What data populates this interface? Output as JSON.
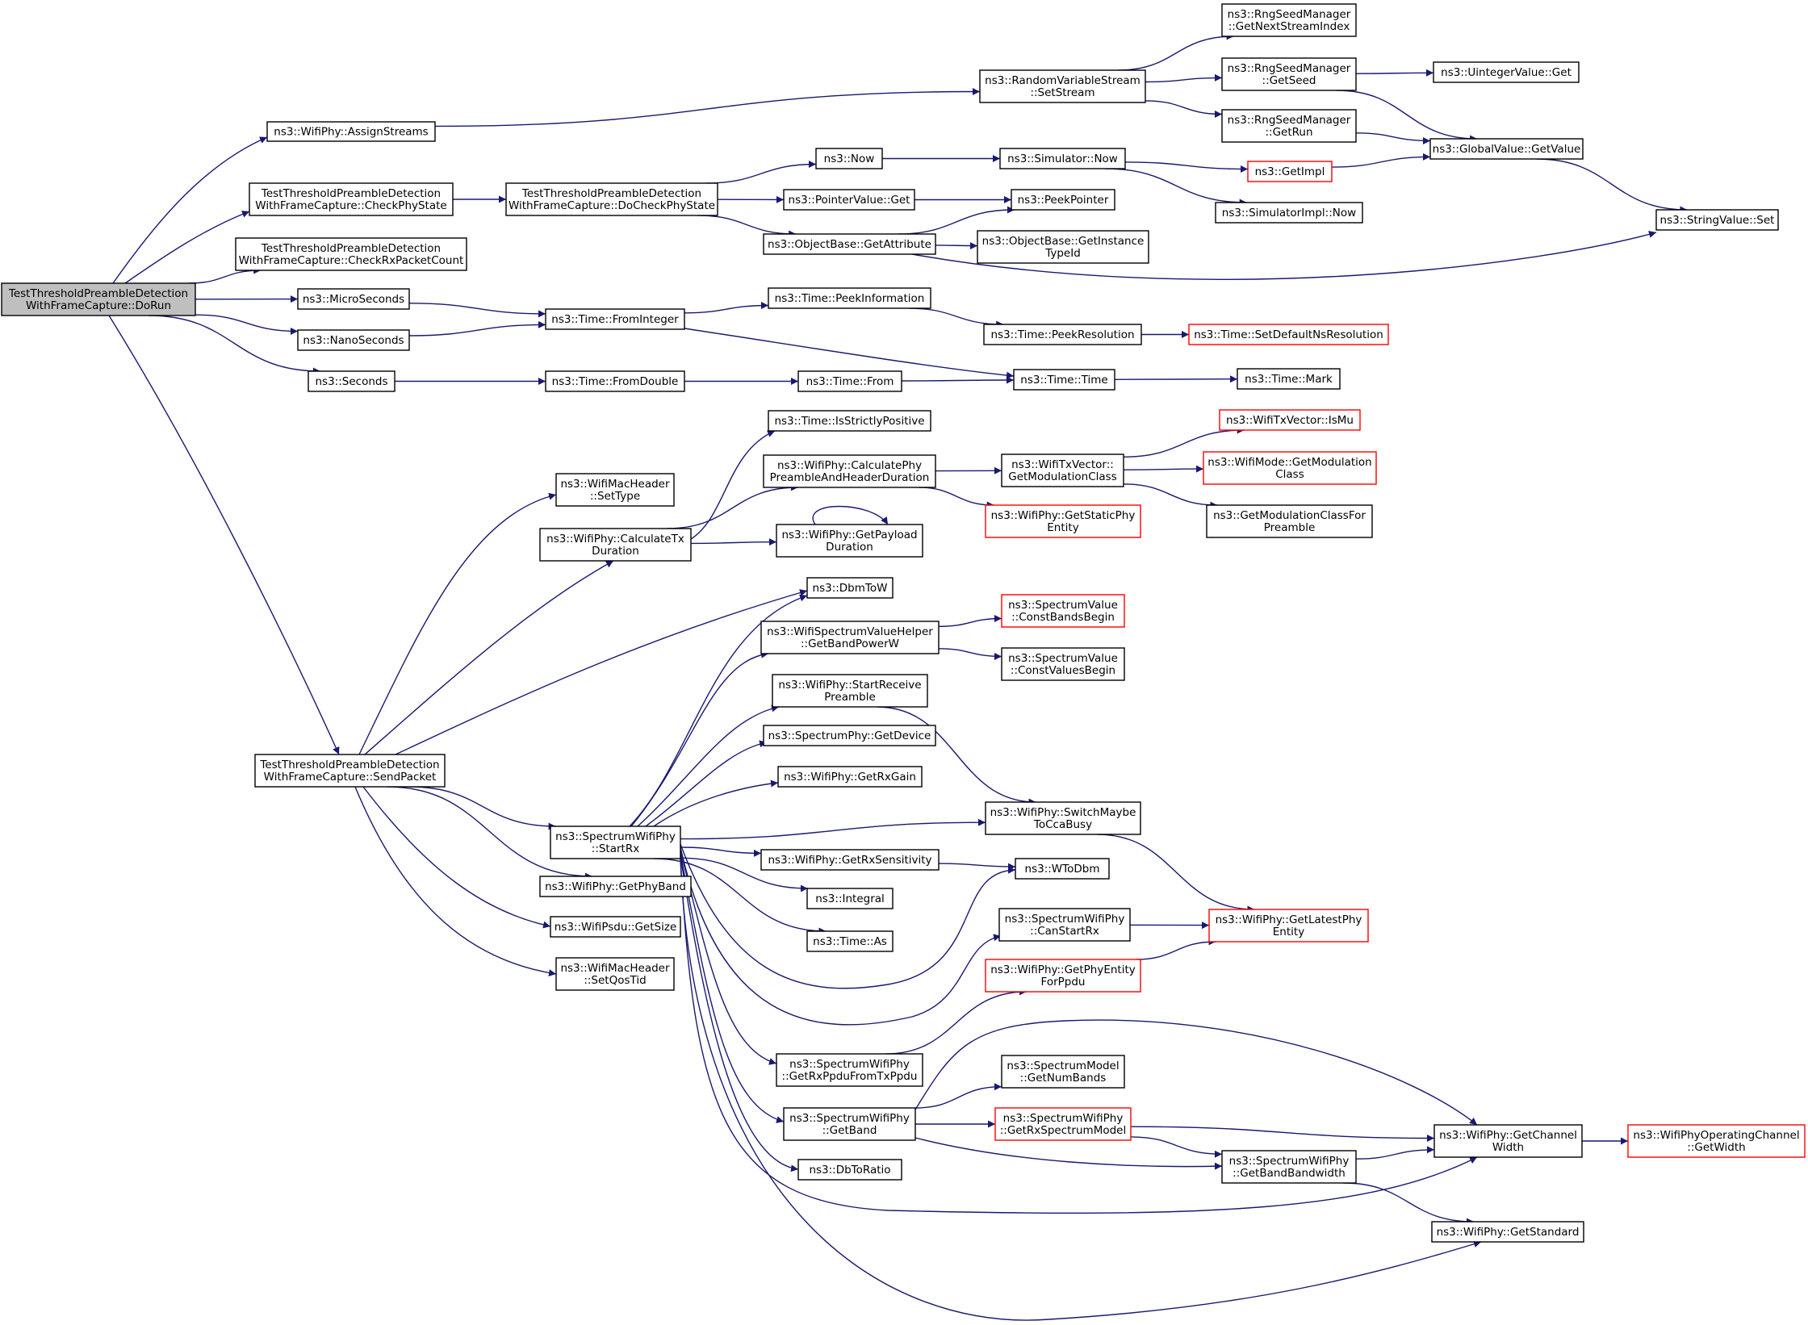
{
  "colors": {
    "edge": "#191970",
    "root_fill": "#bfbfbf",
    "truncated_border": "#ff0000",
    "node_border": "#000000"
  },
  "nodes": {
    "dorun": [
      "TestThresholdPreambleDetection",
      "WithFrameCapture::DoRun"
    ],
    "assignStreams": [
      "ns3::WifiPhy::AssignStreams"
    ],
    "checkPhyState": [
      "TestThresholdPreambleDetection",
      "WithFrameCapture::CheckPhyState"
    ],
    "checkRxPacketCount": [
      "TestThresholdPreambleDetection",
      "WithFrameCapture::CheckRxPacketCount"
    ],
    "microSeconds": [
      "ns3::MicroSeconds"
    ],
    "nanoSeconds": [
      "ns3::NanoSeconds"
    ],
    "seconds": [
      "ns3::Seconds"
    ],
    "sendPacket": [
      "TestThresholdPreambleDetection",
      "WithFrameCapture::SendPacket"
    ],
    "doCheckPhyState": [
      "TestThresholdPreambleDetection",
      "WithFrameCapture::DoCheckPhyState"
    ],
    "timeFromInteger": [
      "ns3::Time::FromInteger"
    ],
    "timeFromDouble": [
      "ns3::Time::FromDouble"
    ],
    "wifiMacHeaderSetType": [
      "ns3::WifiMacHeader",
      "::SetType"
    ],
    "calculateTxDuration": [
      "ns3::WifiPhy::CalculateTx",
      "Duration"
    ],
    "spectrumStartRx": [
      "ns3::SpectrumWifiPhy",
      "::StartRx"
    ],
    "getPhyBand": [
      "ns3::WifiPhy::GetPhyBand"
    ],
    "psduGetSize": [
      "ns3::WifiPsdu::GetSize"
    ],
    "setQosTid": [
      "ns3::WifiMacHeader",
      "::SetQosTid"
    ],
    "now": [
      "ns3::Now"
    ],
    "pointerValueGet": [
      "ns3::PointerValue::Get"
    ],
    "getAttribute": [
      "ns3::ObjectBase::GetAttribute"
    ],
    "peekInformation": [
      "ns3::Time::PeekInformation"
    ],
    "timeFrom": [
      "ns3::Time::From"
    ],
    "isStrictlyPositive": [
      "ns3::Time::IsStrictlyPositive"
    ],
    "calcPhyPreamble": [
      "ns3::WifiPhy::CalculatePhy",
      "PreambleAndHeaderDuration"
    ],
    "getPayloadDuration": [
      "ns3::WifiPhy::GetPayload",
      "Duration"
    ],
    "dbmToW": [
      "ns3::DbmToW"
    ],
    "getBandPowerW": [
      "ns3::WifiSpectrumValueHelper",
      "::GetBandPowerW"
    ],
    "startReceivePreamble": [
      "ns3::WifiPhy::StartReceive",
      "Preamble"
    ],
    "spectrumGetDevice": [
      "ns3::SpectrumPhy::GetDevice"
    ],
    "getRxGain": [
      "ns3::WifiPhy::GetRxGain"
    ],
    "getRxSensitivity": [
      "ns3::WifiPhy::GetRxSensitivity"
    ],
    "integral": [
      "ns3::Integral"
    ],
    "timeAs": [
      "ns3::Time::As"
    ],
    "getRxPpdu": [
      "ns3::SpectrumWifiPhy",
      "::GetRxPpduFromTxPpdu"
    ],
    "getBand": [
      "ns3::SpectrumWifiPhy",
      "::GetBand"
    ],
    "dbToRatio": [
      "ns3::DbToRatio"
    ],
    "randomSetStream": [
      "ns3::RandomVariableStream",
      "::SetStream"
    ],
    "simulatorNow": [
      "ns3::Simulator::Now"
    ],
    "peekPointer": [
      "ns3::PeekPointer"
    ],
    "getInstanceTypeId": [
      "ns3::ObjectBase::GetInstance",
      "TypeId"
    ],
    "peekResolution": [
      "ns3::Time::PeekResolution"
    ],
    "timeTime": [
      "ns3::Time::Time"
    ],
    "getModulationClass": [
      "ns3::WifiTxVector::",
      "GetModulationClass"
    ],
    "getStaticPhyEntity": [
      "ns3::WifiPhy::GetStaticPhy",
      "Entity"
    ],
    "constBandsBegin": [
      "ns3::SpectrumValue",
      "::ConstBandsBegin"
    ],
    "constValuesBegin": [
      "ns3::SpectrumValue",
      "::ConstValuesBegin"
    ],
    "switchMaybeToCcaBusy": [
      "ns3::WifiPhy::SwitchMaybe",
      "ToCcaBusy"
    ],
    "wToDbm": [
      "ns3::WToDbm"
    ],
    "canStartRx": [
      "ns3::SpectrumWifiPhy",
      "::CanStartRx"
    ],
    "getPhyEntityForPpdu": [
      "ns3::WifiPhy::GetPhyEntity",
      "ForPpdu"
    ],
    "getNumBands": [
      "ns3::SpectrumModel",
      "::GetNumBands"
    ],
    "getRxSpectrumModel": [
      "ns3::SpectrumWifiPhy",
      "::GetRxSpectrumModel"
    ],
    "rngGetNextStreamIndex": [
      "ns3::RngSeedManager",
      "::GetNextStreamIndex"
    ],
    "rngGetSeed": [
      "ns3::RngSeedManager",
      "::GetSeed"
    ],
    "rngGetRun": [
      "ns3::RngSeedManager",
      "::GetRun"
    ],
    "getImpl": [
      "ns3::GetImpl"
    ],
    "simulatorImplNow": [
      "ns3::SimulatorImpl::Now"
    ],
    "setDefaultNsResolution": [
      "ns3::Time::SetDefaultNsResolution"
    ],
    "timeMark": [
      "ns3::Time::Mark"
    ],
    "txVectorIsMu": [
      "ns3::WifiTxVector::IsMu"
    ],
    "wifiModeGetModulationClass": [
      "ns3::WifiMode::GetModulation",
      "Class"
    ],
    "getModulationClassForPreamble": [
      "ns3::GetModulationClassFor",
      "Preamble"
    ],
    "getLatestPhyEntity": [
      "ns3::WifiPhy::GetLatestPhy",
      "Entity"
    ],
    "getBandBandwidth": [
      "ns3::SpectrumWifiPhy",
      "::GetBandBandwidth"
    ],
    "uintegerValueGet": [
      "ns3::UintegerValue::Get"
    ],
    "globalValueGetValue": [
      "ns3::GlobalValue::GetValue"
    ],
    "stringValueSet": [
      "ns3::StringValue::Set"
    ],
    "getChannelWidth": [
      "ns3::WifiPhy::GetChannel",
      "Width"
    ],
    "getStandard": [
      "ns3::WifiPhy::GetStandard"
    ],
    "operatingChannelGetWidth": [
      "ns3::WifiPhyOperatingChannel",
      "::GetWidth"
    ]
  },
  "root": "dorun",
  "truncated": [
    "getImpl",
    "setDefaultNsResolution",
    "txVectorIsMu",
    "wifiModeGetModulationClass",
    "getStaticPhyEntity",
    "constBandsBegin",
    "getLatestPhyEntity",
    "getPhyEntityForPpdu",
    "getRxSpectrumModel",
    "operatingChannelGetWidth"
  ],
  "edges": [
    [
      "dorun",
      "assignStreams"
    ],
    [
      "dorun",
      "checkPhyState"
    ],
    [
      "dorun",
      "checkRxPacketCount"
    ],
    [
      "dorun",
      "microSeconds"
    ],
    [
      "dorun",
      "nanoSeconds"
    ],
    [
      "dorun",
      "seconds"
    ],
    [
      "dorun",
      "sendPacket"
    ],
    [
      "assignStreams",
      "randomSetStream"
    ],
    [
      "checkPhyState",
      "doCheckPhyState"
    ],
    [
      "doCheckPhyState",
      "now"
    ],
    [
      "doCheckPhyState",
      "pointerValueGet"
    ],
    [
      "doCheckPhyState",
      "getAttribute"
    ],
    [
      "microSeconds",
      "timeFromInteger"
    ],
    [
      "nanoSeconds",
      "timeFromInteger"
    ],
    [
      "seconds",
      "timeFromDouble"
    ],
    [
      "timeFromInteger",
      "peekInformation"
    ],
    [
      "timeFromInteger",
      "timeTime"
    ],
    [
      "timeFromDouble",
      "timeFrom"
    ],
    [
      "timeFrom",
      "timeTime"
    ],
    [
      "peekInformation",
      "peekResolution"
    ],
    [
      "peekResolution",
      "setDefaultNsResolution"
    ],
    [
      "timeTime",
      "timeMark"
    ],
    [
      "now",
      "simulatorNow"
    ],
    [
      "simulatorNow",
      "getImpl"
    ],
    [
      "simulatorNow",
      "simulatorImplNow"
    ],
    [
      "getImpl",
      "globalValueGetValue"
    ],
    [
      "pointerValueGet",
      "peekPointer"
    ],
    [
      "getAttribute",
      "peekPointer"
    ],
    [
      "getAttribute",
      "getInstanceTypeId"
    ],
    [
      "getAttribute",
      "stringValueSet"
    ],
    [
      "randomSetStream",
      "rngGetNextStreamIndex"
    ],
    [
      "randomSetStream",
      "rngGetSeed"
    ],
    [
      "randomSetStream",
      "rngGetRun"
    ],
    [
      "rngGetSeed",
      "uintegerValueGet"
    ],
    [
      "rngGetSeed",
      "globalValueGetValue"
    ],
    [
      "rngGetRun",
      "globalValueGetValue"
    ],
    [
      "globalValueGetValue",
      "stringValueSet"
    ],
    [
      "sendPacket",
      "wifiMacHeaderSetType"
    ],
    [
      "sendPacket",
      "calculateTxDuration"
    ],
    [
      "sendPacket",
      "dbmToW"
    ],
    [
      "sendPacket",
      "spectrumStartRx"
    ],
    [
      "sendPacket",
      "getPhyBand"
    ],
    [
      "sendPacket",
      "psduGetSize"
    ],
    [
      "sendPacket",
      "setQosTid"
    ],
    [
      "calculateTxDuration",
      "isStrictlyPositive"
    ],
    [
      "calculateTxDuration",
      "calcPhyPreamble"
    ],
    [
      "calculateTxDuration",
      "getPayloadDuration"
    ],
    [
      "getPayloadDuration",
      "getPayloadDuration"
    ],
    [
      "calcPhyPreamble",
      "getModulationClass"
    ],
    [
      "calcPhyPreamble",
      "getStaticPhyEntity"
    ],
    [
      "getModulationClass",
      "txVectorIsMu"
    ],
    [
      "getModulationClass",
      "wifiModeGetModulationClass"
    ],
    [
      "getModulationClass",
      "getModulationClassForPreamble"
    ],
    [
      "getBandPowerW",
      "constBandsBegin"
    ],
    [
      "getBandPowerW",
      "constValuesBegin"
    ],
    [
      "spectrumStartRx",
      "dbmToW"
    ],
    [
      "spectrumStartRx",
      "getBandPowerW"
    ],
    [
      "spectrumStartRx",
      "startReceivePreamble"
    ],
    [
      "spectrumStartRx",
      "spectrumGetDevice"
    ],
    [
      "spectrumStartRx",
      "getRxGain"
    ],
    [
      "spectrumStartRx",
      "switchMaybeToCcaBusy"
    ],
    [
      "spectrumStartRx",
      "getRxSensitivity"
    ],
    [
      "spectrumStartRx",
      "integral"
    ],
    [
      "spectrumStartRx",
      "timeAs"
    ],
    [
      "spectrumStartRx",
      "wToDbm"
    ],
    [
      "spectrumStartRx",
      "canStartRx"
    ],
    [
      "spectrumStartRx",
      "getRxPpdu"
    ],
    [
      "spectrumStartRx",
      "getBand"
    ],
    [
      "spectrumStartRx",
      "dbToRatio"
    ],
    [
      "spectrumStartRx",
      "getChannelWidth"
    ],
    [
      "spectrumStartRx",
      "getStandard"
    ],
    [
      "startReceivePreamble",
      "switchMaybeToCcaBusy"
    ],
    [
      "getRxSensitivity",
      "wToDbm"
    ],
    [
      "switchMaybeToCcaBusy",
      "getLatestPhyEntity"
    ],
    [
      "canStartRx",
      "getLatestPhyEntity"
    ],
    [
      "getPhyEntityForPpdu",
      "getLatestPhyEntity"
    ],
    [
      "getRxPpdu",
      "getPhyEntityForPpdu"
    ],
    [
      "getBand",
      "getNumBands"
    ],
    [
      "getBand",
      "getRxSpectrumModel"
    ],
    [
      "getBand",
      "getBandBandwidth"
    ],
    [
      "getBand",
      "getChannelWidth"
    ],
    [
      "getRxSpectrumModel",
      "getChannelWidth"
    ],
    [
      "getRxSpectrumModel",
      "getBandBandwidth"
    ],
    [
      "getBandBandwidth",
      "getChannelWidth"
    ],
    [
      "getBandBandwidth",
      "getStandard"
    ],
    [
      "getChannelWidth",
      "operatingChannelGetWidth"
    ]
  ]
}
